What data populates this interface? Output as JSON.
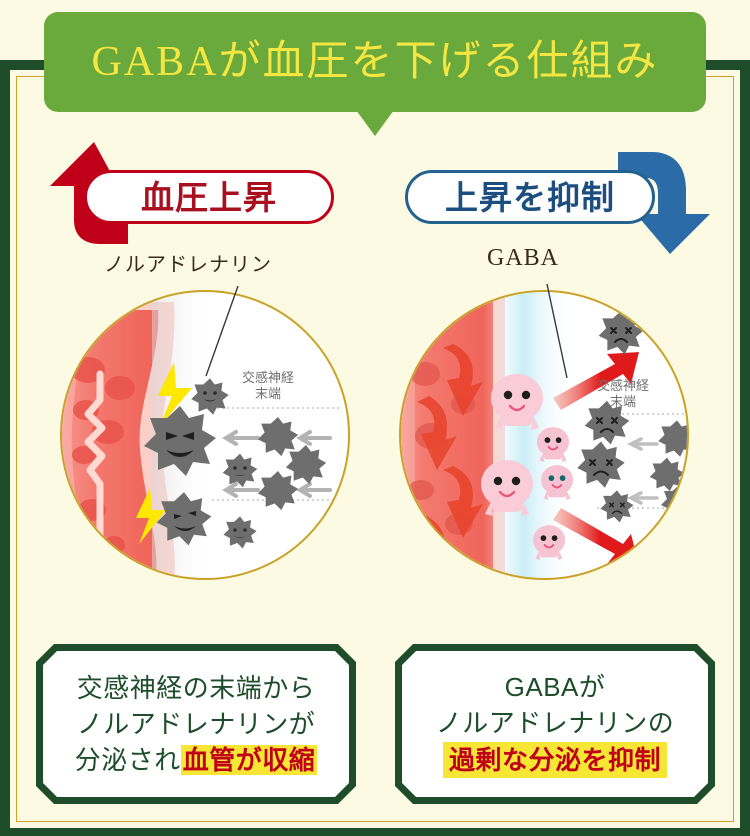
{
  "page": {
    "title": "GABAが血圧を下げる仕組み",
    "bg_color": "#fcfae2",
    "frame_color": "#1e4d2b",
    "gold_line_color": "#c9a227",
    "banner_color": "#6aa93c",
    "banner_text_color": "#f5e642"
  },
  "left_panel": {
    "arrow": {
      "name": "up-arrow-red",
      "color": "#c00018",
      "direction": "up"
    },
    "badge": {
      "label": "血圧上昇",
      "border_color": "#c00018",
      "text_color": "#a81020"
    },
    "lead_label": "ノルアドレナリン",
    "illustration": {
      "nerve_label_line1": "交感神経",
      "nerve_label_line2": "末端",
      "vessel_state": "constricted",
      "vessel_color": "#f4796f",
      "agent_color": "#6e6e6e",
      "agent_mood": "evil",
      "spark_color": "#ffe800",
      "flow_arrow_color": "#b3b3b3"
    },
    "caption": {
      "line1": "交感神経の末端から",
      "line2": "ノルアドレナリンが",
      "line3_plain": "分泌され",
      "line3_highlight": "血管が収縮",
      "highlight_bg": "#f7e633",
      "highlight_text_color": "#c00018"
    }
  },
  "right_panel": {
    "arrow": {
      "name": "down-arrow-blue",
      "color": "#2a6ba8",
      "direction": "down"
    },
    "badge": {
      "label": "上昇を抑制",
      "border_color": "#23618f",
      "text_color": "#1d4e80"
    },
    "lead_label": "GABA",
    "illustration": {
      "nerve_label_line1": "交感神経",
      "nerve_label_line2": "末端",
      "vessel_state": "relaxed",
      "vessel_color": "#f4796f",
      "blood_flow_arrow_color": "#e8462e",
      "gaba_color": "#f9ccd8",
      "agent_color": "#6e6e6e",
      "agent_mood": "dead",
      "block_arrow_color": "#e01a1a",
      "aura_color": "#bfeaf5"
    },
    "caption": {
      "line1": "GABAが",
      "line2": "ノルアドレナリンの",
      "line3_highlight": "過剰な分泌を抑制",
      "highlight_bg": "#f7e633",
      "highlight_text_color": "#c00018"
    }
  }
}
